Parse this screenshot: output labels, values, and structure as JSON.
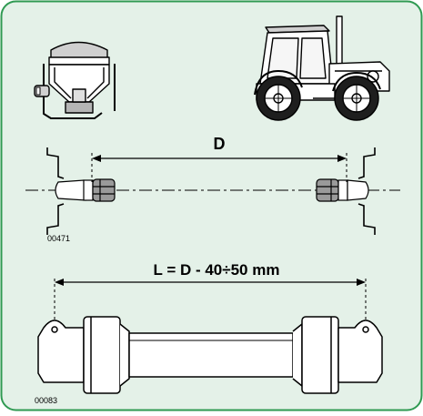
{
  "labels": {
    "distance": "D",
    "figure_code_top": "00471",
    "formula": "L = D - 40÷50 mm",
    "figure_code_bottom": "00083"
  },
  "colors": {
    "panel_fill": "#e4f1e8",
    "panel_border": "#2f9a52",
    "ink": "#000000",
    "paper": "#ffffff",
    "shade": "#8c8c8c"
  }
}
